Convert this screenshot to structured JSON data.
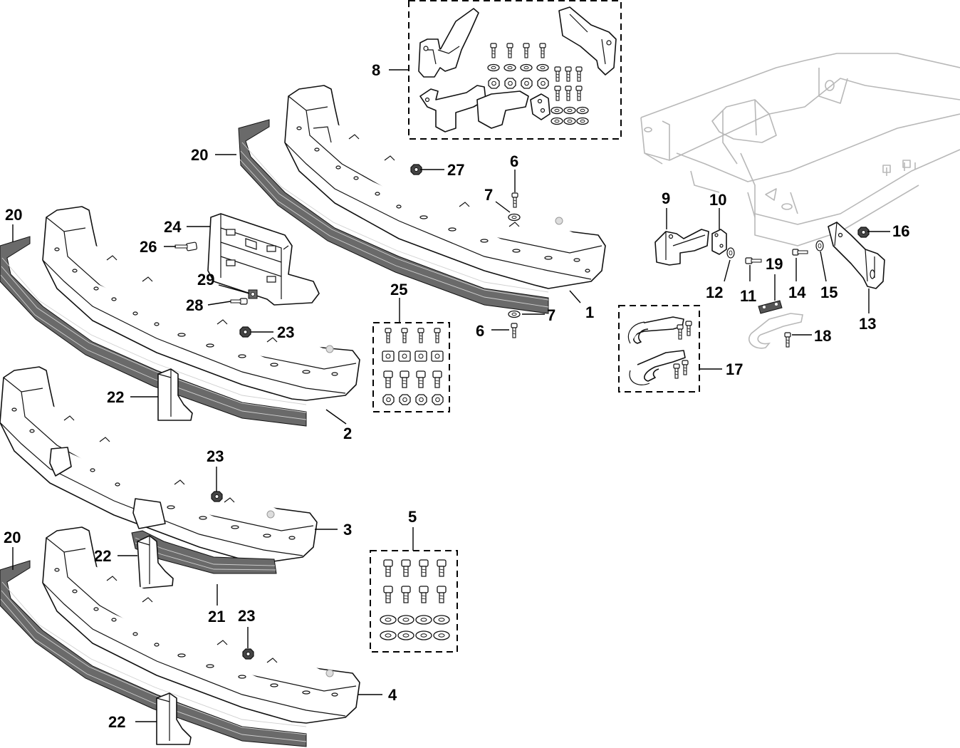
{
  "callouts": {
    "c1": "1",
    "c2": "2",
    "c3": "3",
    "c4": "4",
    "c5": "5",
    "c6a": "6",
    "c6b": "6",
    "c7a": "7",
    "c7b": "7",
    "c8": "8",
    "c9": "9",
    "c10": "10",
    "c11": "11",
    "c12": "12",
    "c13": "13",
    "c14": "14",
    "c15": "15",
    "c16": "16",
    "c17": "17",
    "c18": "18",
    "c19": "19",
    "c20a": "20",
    "c20b": "20",
    "c20c": "20",
    "c21": "21",
    "c22a": "22",
    "c22b": "22",
    "c22c": "22",
    "c23a": "23",
    "c23b": "23",
    "c23c": "23",
    "c24": "24",
    "c25": "25",
    "c26": "26",
    "c27": "27",
    "c28": "28",
    "c29": "29"
  },
  "icons": {
    "bolt": "bolt-icon",
    "nut": "nut-icon",
    "washer": "washer-icon"
  }
}
